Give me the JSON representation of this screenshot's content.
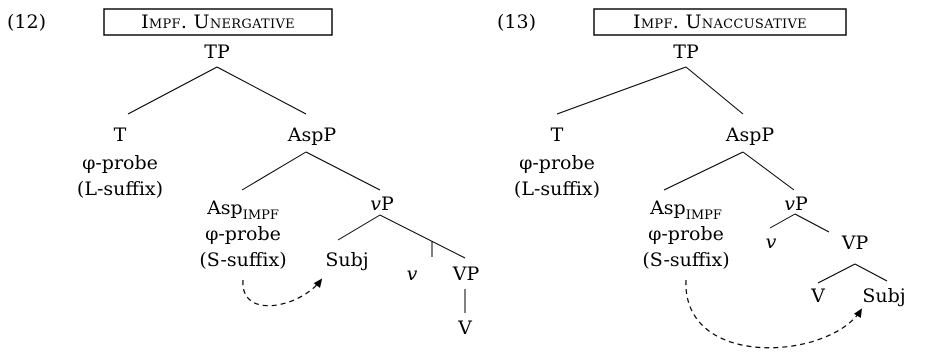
{
  "trees": [
    {
      "number": "(12)",
      "title": "Impf. Unergative",
      "nodes": {
        "tp": "TP",
        "t": "T",
        "t_probe": "φ-probe",
        "t_suffix": "(L-suffix)",
        "aspp": "AspP",
        "asp_base": "Asp",
        "asp_sub": "IMPF",
        "asp_probe": "φ-probe",
        "asp_suffix": "(S-suffix)",
        "vp_little_v": "v",
        "vp_little_p": "P",
        "subj": "Subj",
        "v": "v",
        "vp_big": "VP",
        "v_big": "V"
      }
    },
    {
      "number": "(13)",
      "title": "Impf. Unaccusative",
      "nodes": {
        "tp": "TP",
        "t": "T",
        "t_probe": "φ-probe",
        "t_suffix": "(L-suffix)",
        "aspp": "AspP",
        "asp_base": "Asp",
        "asp_sub": "IMPF",
        "asp_probe": "φ-probe",
        "asp_suffix": "(S-suffix)",
        "vp_little_v": "v",
        "vp_little_p": "P",
        "v": "v",
        "vp_big": "VP",
        "v_big": "V",
        "subj": "Subj"
      }
    }
  ]
}
